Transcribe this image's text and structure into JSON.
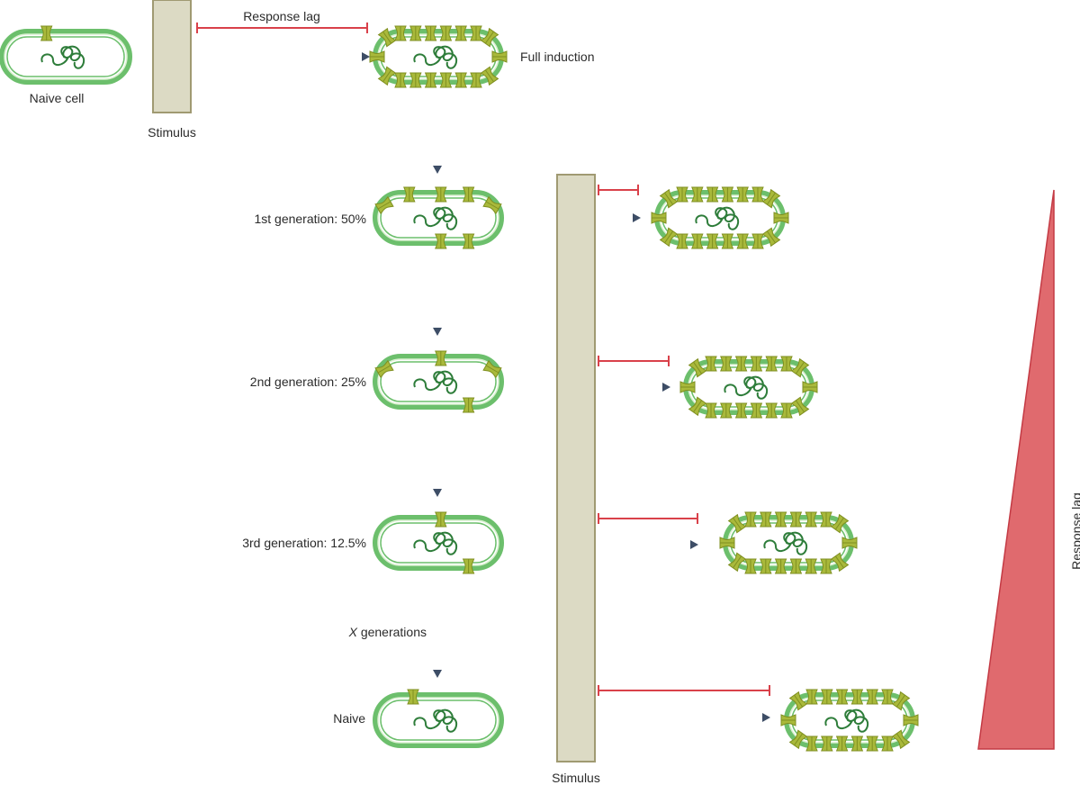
{
  "labels": {
    "naive_cell": "Naive cell",
    "stimulus_top": "Stimulus",
    "response_lag_top": "Response lag",
    "full_induction": "Full induction",
    "gen1": "1st generation: 50%",
    "gen2": "2nd generation: 25%",
    "gen3": "3rd generation: 12.5%",
    "x_var": "X",
    "x_generations_rest": " generations",
    "naive": "Naive",
    "stimulus_bottom": "Stimulus",
    "response_lag_side": "Response lag"
  },
  "colors": {
    "membrane": "#6cbf6c",
    "membrane_inner": "#d9f0d0",
    "dna": "#2e7d3a",
    "protein": "#a9b93b",
    "protein_dark": "#7f8f20",
    "stimulus_bar": "#dcdac4",
    "stimulus_border": "#a09a72",
    "arrow": "#3d4d66",
    "lag": "#d9414a",
    "lag_triangle": "#e06a6e"
  }
}
